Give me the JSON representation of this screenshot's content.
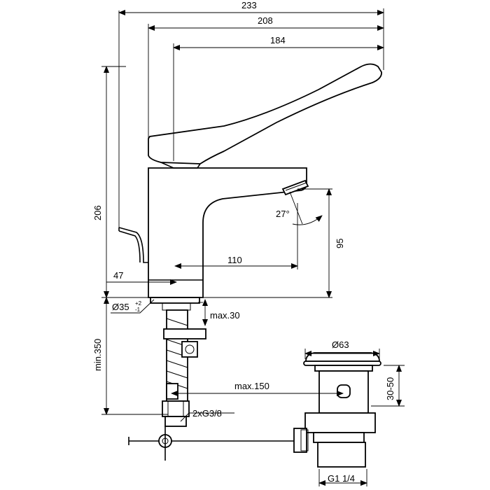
{
  "dimensions": {
    "d233": "233",
    "d208": "208",
    "d184": "184",
    "d206": "206",
    "d95": "95",
    "d110": "110",
    "d47": "47",
    "angle": "27°",
    "dia35": "Ø35",
    "dia35_tol_upper": "+2",
    "dia35_tol_lower": "-1",
    "max30": "max.30",
    "min350": "min.350",
    "max150": "max.150",
    "g38": "2xG3/8",
    "dia63": "Ø63",
    "range3050": "30-50",
    "g114": "G1 1/4"
  }
}
